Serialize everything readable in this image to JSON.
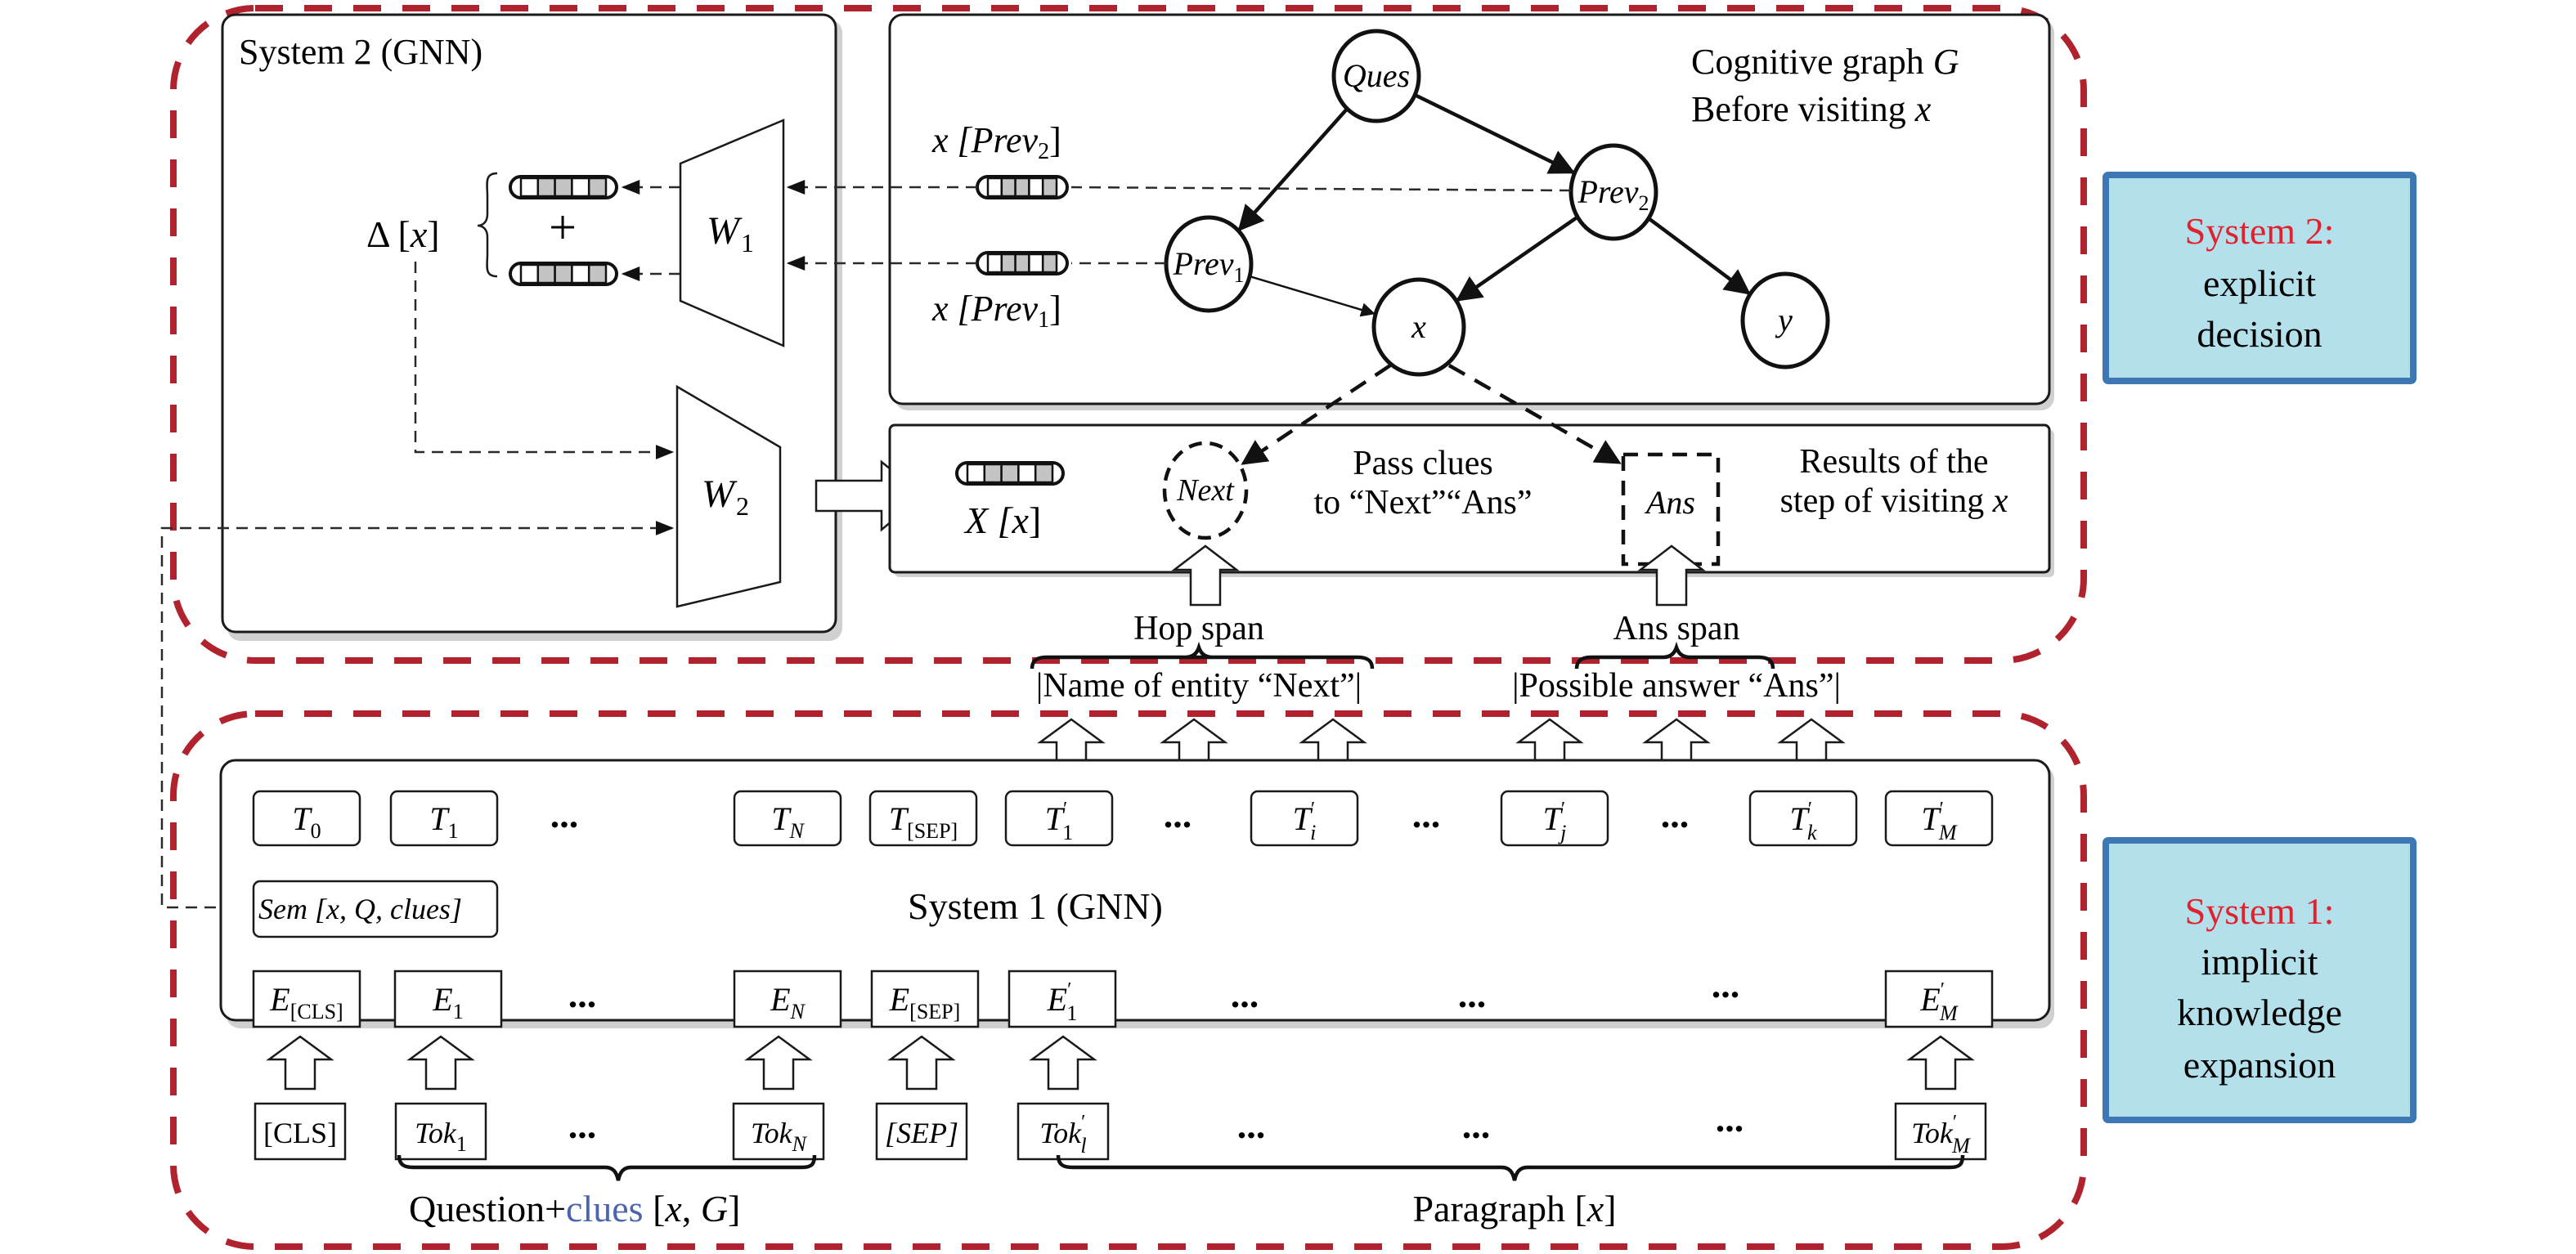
{
  "colors": {
    "region_border": "#b0232e",
    "legend_fill": "#b3e0ea",
    "legend_border": "#3d78b5",
    "legend_title": "#e3202e",
    "active_node": "#aaaed6",
    "clues_highlight": "#4a64b0",
    "vector_cell": "#c4c4c4"
  },
  "system2": {
    "gnn_panel_title": "System 2 (GNN)",
    "delta_label": "Δ [",
    "delta_var": "x",
    "delta_close": "]",
    "plus": "+",
    "w1_label": "W",
    "w1_sub": "1",
    "w2_label": "W",
    "w2_sub": "2"
  },
  "graph": {
    "title_line1": "Cognitive graph ",
    "title_var": "G",
    "title_line2": "Before visiting ",
    "title_line2_var": "x",
    "vec_prev2_label": {
      "pre": "x [",
      "name": "Prev",
      "sub": "2",
      "post": "]"
    },
    "vec_prev1_label": {
      "pre": "x [",
      "name": "Prev",
      "sub": "1",
      "post": "]"
    },
    "nodes": [
      {
        "id": "ques",
        "label": "Ques",
        "sub": ""
      },
      {
        "id": "prev2",
        "label": "Prev",
        "sub": "2"
      },
      {
        "id": "prev1",
        "label": "Prev",
        "sub": "1"
      },
      {
        "id": "x",
        "label": "x",
        "sub": "",
        "active": true
      },
      {
        "id": "y",
        "label": "y",
        "sub": ""
      }
    ],
    "edges": [
      [
        "ques",
        "prev1"
      ],
      [
        "ques",
        "prev2"
      ],
      [
        "prev1",
        "x"
      ],
      [
        "prev2",
        "x"
      ],
      [
        "prev2",
        "y"
      ]
    ]
  },
  "results": {
    "vector_label_var": "X [",
    "vector_label_x": "x",
    "vector_label_close": "]",
    "next_label": "Next",
    "pass_line1": "Pass clues",
    "pass_line2": "to “Next”“Ans”",
    "ans_label": "Ans",
    "results_line1": "Results of the",
    "results_line2": "step of visiting ",
    "results_line2_var": "x"
  },
  "spans": {
    "hop_span": "Hop span",
    "ans_span": "Ans span",
    "hop_source": "|Name of entity “Next”|",
    "ans_source": "|Possible answer “Ans”|"
  },
  "system1": {
    "panel_title": "System 1 (GNN)",
    "sem_label": {
      "name": "Sem",
      "args": " [x, Q, clues]"
    },
    "ellipsis": "...",
    "t_row": [
      {
        "base": "T",
        "sub": "0",
        "prime": false
      },
      {
        "base": "T",
        "sub": "1",
        "prime": false
      },
      {
        "base": "T",
        "sub": "N",
        "prime": false
      },
      {
        "base": "T",
        "sub": "[SEP]",
        "prime": false
      },
      {
        "base": "T",
        "sub": "1",
        "prime": true
      },
      {
        "base": "T",
        "sub": "i",
        "prime": true
      },
      {
        "base": "T",
        "sub": "j",
        "prime": true
      },
      {
        "base": "T",
        "sub": "k",
        "prime": true
      },
      {
        "base": "T",
        "sub": "M",
        "prime": true
      }
    ],
    "e_row": [
      {
        "base": "E",
        "sub": "[CLS]",
        "prime": false
      },
      {
        "base": "E",
        "sub": "1",
        "prime": false
      },
      {
        "base": "E",
        "sub": "N",
        "prime": false
      },
      {
        "base": "E",
        "sub": "[SEP]",
        "prime": false
      },
      {
        "base": "E",
        "sub": "1",
        "prime": true
      },
      {
        "base": "E",
        "sub": "M",
        "prime": true
      }
    ],
    "tok_row": [
      {
        "base": "[CLS]",
        "sub": "",
        "prime": false,
        "italic": false
      },
      {
        "base": "Tok",
        "sub": "1",
        "prime": false,
        "italic": true
      },
      {
        "base": "Tok",
        "sub": "N",
        "prime": false,
        "italic": true
      },
      {
        "base": "[SEP]",
        "sub": "",
        "prime": false,
        "italic": true
      },
      {
        "base": "Tok",
        "sub": "l",
        "prime": true,
        "italic": true
      },
      {
        "base": "Tok",
        "sub": "M",
        "prime": true,
        "italic": true
      }
    ],
    "question_label": {
      "pre": "Question+",
      "clues": "clues",
      "post_open": " [",
      "x": "x",
      "comma": ", ",
      "g": "G",
      "post_close": "]"
    },
    "paragraph_label": {
      "pre": "Paragraph [",
      "x": "x",
      "post": "]"
    }
  },
  "legend": {
    "system2": {
      "title": "System 2:",
      "lines": [
        "explicit",
        "decision"
      ]
    },
    "system1": {
      "title": "System 1:",
      "lines": [
        "implicit",
        "knowledge",
        "expansion"
      ]
    }
  }
}
